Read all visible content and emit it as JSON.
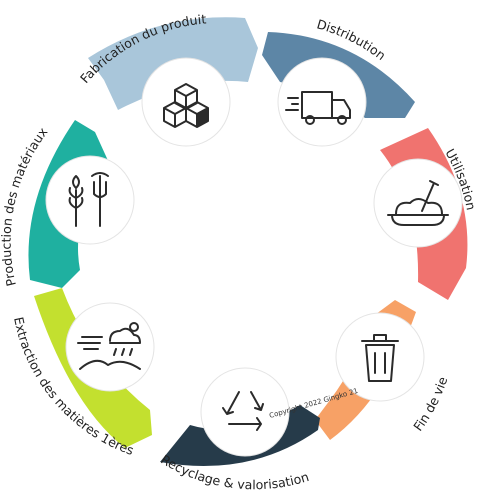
{
  "diagram": {
    "stages": [
      {
        "id": "fabrication",
        "label": "Fabrication du produit",
        "color": "#a9c6da",
        "icon": "boxes-icon"
      },
      {
        "id": "distribution",
        "label": "Distribution",
        "color": "#5d86a6",
        "icon": "delivery-truck-icon"
      },
      {
        "id": "utilisation",
        "label": "Utilisation",
        "color": "#f0736f",
        "icon": "dish-fork-icon"
      },
      {
        "id": "fin-de-vie",
        "label": "Fin de vie",
        "color": "#f7a166",
        "icon": "trash-bin-icon"
      },
      {
        "id": "recyclage",
        "label": "Recyclage & valorisation",
        "color": "#263b4a",
        "icon": "recycle-icon"
      },
      {
        "id": "extraction",
        "label": "Extraction des matières 1ères",
        "color": "#c3e02f",
        "icon": "weather-landscape-icon"
      },
      {
        "id": "production",
        "label": "Production des matériaux",
        "color": "#1fb0a0",
        "icon": "wheat-pitchfork-icon"
      }
    ],
    "copyright": "Copyright 2022 Gingko 21"
  }
}
